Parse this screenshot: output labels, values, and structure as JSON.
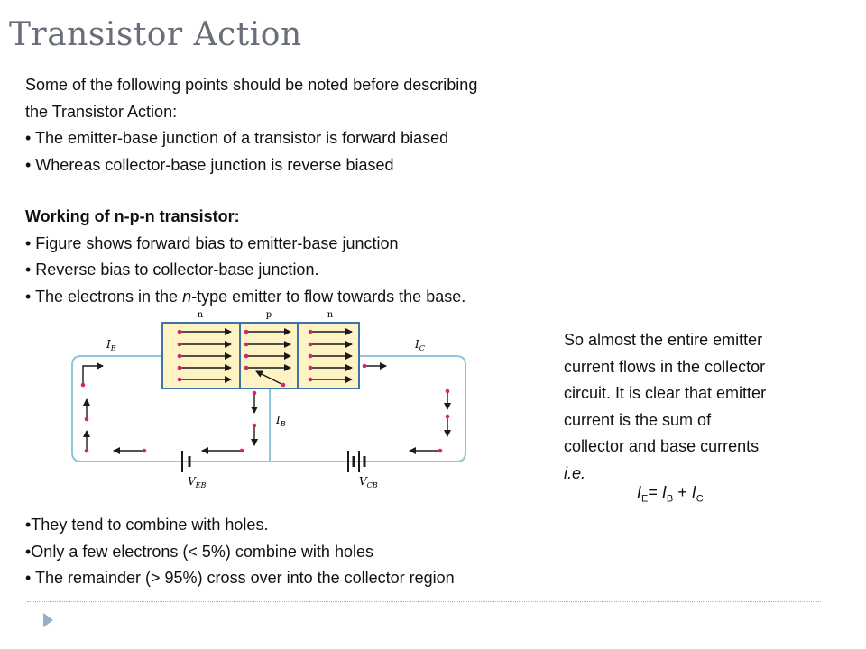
{
  "slide": {
    "title": "Transistor Action"
  },
  "intro": {
    "text_line1": "Some of the following points should be noted before describing",
    "text_line2": "the Transistor Action:",
    "bullets": [
      "• The emitter-base junction of a transistor is forward biased",
      "• Whereas collector-base junction is reverse biased"
    ]
  },
  "working": {
    "heading": "Working of n-p-n transistor:",
    "bullets": [
      "• Figure shows forward bias to emitter-base junction",
      "• Reverse bias to collector-base junction.",
      "• The electrons in the ",
      "n",
      "-type emitter to flow towards the base."
    ]
  },
  "diagram": {
    "region_labels": [
      "n",
      "p",
      "n"
    ],
    "current_labels": {
      "ie_main": "I",
      "ie_sub": "E",
      "ic_main": "I",
      "ic_sub": "C",
      "ib_main": "I",
      "ib_sub": "B"
    },
    "battery_labels": {
      "veb_main": "V",
      "veb_sub": "EB",
      "vcb_main": "V",
      "vcb_sub": "CB"
    },
    "colors": {
      "wire": "#8fc6dc",
      "block_fill": "#fff3c4",
      "block_border": "#3f74a8",
      "electron": "#d6246f",
      "arrow": "#1a1a1a"
    }
  },
  "side_note": {
    "lines": [
      "So almost the entire emitter",
      "current flows in the collector",
      "circuit. It is clear that emitter",
      "current is the sum of",
      "collector and base currents",
      "i.e."
    ]
  },
  "formula": {
    "ie": "I",
    "ie_sub": "E",
    "eq": "= ",
    "ib": "I",
    "ib_sub": "B",
    "plus": " + ",
    "ic": "I",
    "ic_sub": "C"
  },
  "bottom_notes": {
    "bullets": [
      "•They tend to combine with holes.",
      "•Only a few electrons (< 5%) combine with holes",
      "• The remainder (> 95%) cross over into the collector region"
    ]
  }
}
